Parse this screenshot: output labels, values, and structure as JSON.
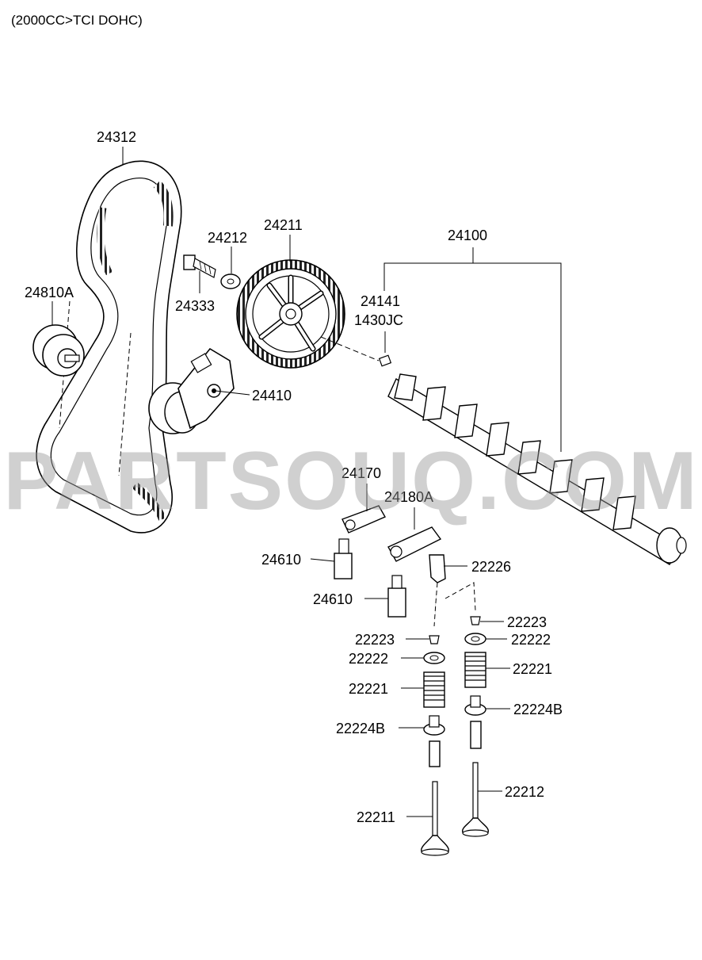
{
  "header": {
    "title": "(2000CC>TCI DOHC)"
  },
  "watermark": "PARTSOUQ.COM",
  "parts": {
    "belt": "24312",
    "idler": "24810A",
    "washer": "24212",
    "bolt": "24333",
    "sprocket": "24211",
    "tensioner": "24410",
    "camshaft": "24100",
    "plug": "24141",
    "pin": "1430JC",
    "rocker_arm_a": "24170",
    "rocker_arm_b": "24180A",
    "lash_adjuster_a": "24610",
    "lash_adjuster_b": "24610",
    "adjuster_screw": "22226",
    "retainer_lock_right": "22223",
    "retainer_lock_left": "22223",
    "retainer_right": "22222",
    "retainer_left": "22222",
    "spring_right": "22221",
    "spring_left": "22221",
    "stem_seal_right": "22224B",
    "stem_seal_left": "22224B",
    "exhaust_valve": "22212",
    "intake_valve": "22211"
  }
}
